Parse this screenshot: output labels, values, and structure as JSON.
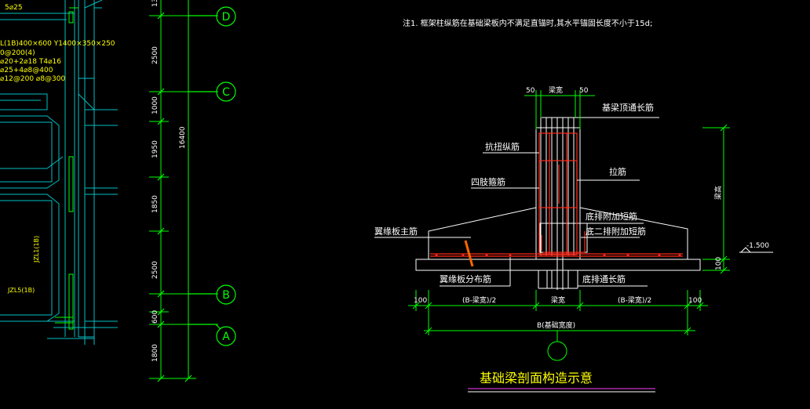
{
  "colors": {
    "background": "#000000",
    "line_green": "#00ff00",
    "text_white": "#ffffff",
    "beam_cyan": "#00bfc4",
    "rebar_red": "#ff2a1a",
    "text_yellow": "#ffff00",
    "stirrup_orange": "#ff6600",
    "title_underline": "#ff3fff"
  },
  "plan": {
    "axis_labels": [
      "D",
      "C",
      "B",
      "A"
    ],
    "dimensions": [
      "13",
      "2500",
      "1000",
      "1950",
      "1850",
      "2500",
      "600",
      "1800"
    ],
    "total_dimension": "16400",
    "beam_notes": [
      "5⌀25",
      "L(1B)400×600 Y1400×350×250",
      "0@200(4)",
      "⌀20+2⌀18 T4⌀16",
      "⌀25+4⌀8@400",
      "⌀12@200 ⌀8@300"
    ],
    "beam_labels": [
      "JZL1(1B)",
      "JZL5(1B)"
    ]
  },
  "section": {
    "note": "注1. 框架柱纵筋在基础梁板内不满足直锚时,其水平锚固长度不小于15d;",
    "top_dims": [
      "50",
      "梁宽",
      "50"
    ],
    "labels": {
      "top_long": "基梁顶通长筋",
      "torsion": "抗扭纵筋",
      "four_leg": "四肢箍筋",
      "tie": "拉筋",
      "wing_main": "翼缘板主筋",
      "bottom_extra": "底排附加短筋",
      "bottom_second": "底二排附加短筋",
      "wing_dist": "翼缘板分布筋",
      "bottom_long": "底排通长筋"
    },
    "beam_height": "梁高",
    "slab_thickness": "100",
    "elevation": "-1.500",
    "bottom_dims": [
      "100",
      "(B-梁宽)/2",
      "梁宽",
      "(B-梁宽)/2",
      "100"
    ],
    "total_width": "B(基础宽度)",
    "title": "基础梁剖面构造示意"
  }
}
